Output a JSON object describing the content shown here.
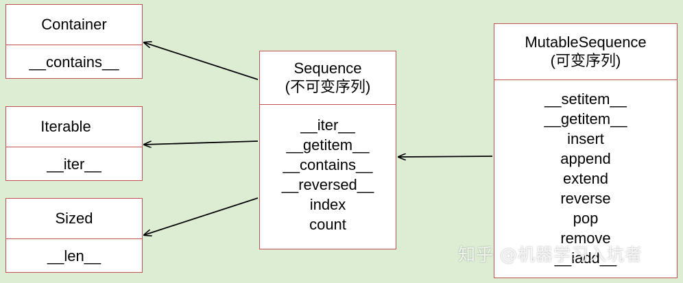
{
  "classes": {
    "container": {
      "name": "Container",
      "methods": [
        "__contains__"
      ]
    },
    "iterable": {
      "name": "Iterable",
      "methods": [
        "__iter__"
      ]
    },
    "sized": {
      "name": "Sized",
      "methods": [
        "__len__"
      ]
    },
    "sequence": {
      "name": "Sequence",
      "subtitle": "(不可变序列)",
      "methods": [
        "__iter__",
        "__getitem__",
        "__contains__",
        "__reversed__",
        "index",
        "count"
      ]
    },
    "mutable": {
      "name": "MutableSequence",
      "subtitle": "(可变序列)",
      "methods": [
        "__setitem__",
        "__getitem__",
        "insert",
        "append",
        "extend",
        "reverse",
        "pop",
        "remove",
        "__iadd__"
      ]
    }
  },
  "watermark": "知乎 @机器学习入坑者",
  "colors": {
    "background": "#dcedd4",
    "box_border": "#c0504d",
    "arrow": "#000000"
  }
}
